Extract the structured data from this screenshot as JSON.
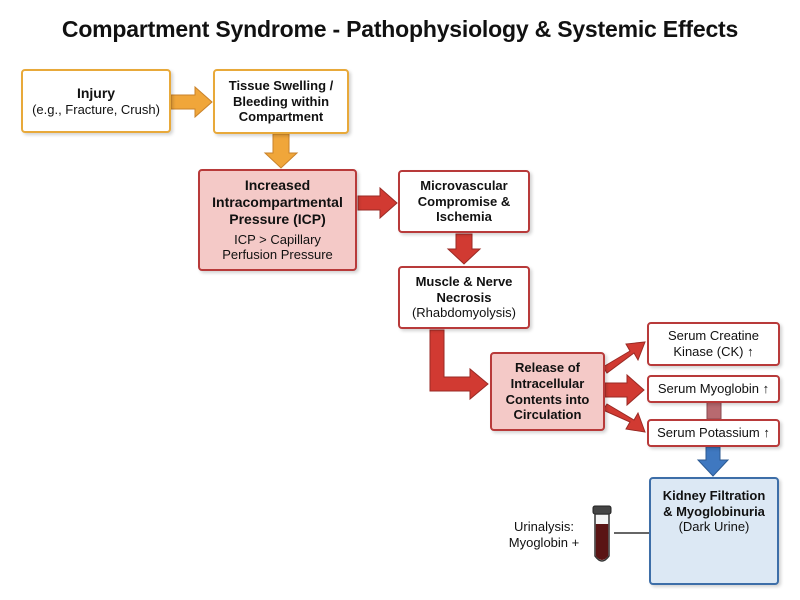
{
  "title": "Compartment Syndrome - Pathophysiology & Systemic Effects",
  "nodes": {
    "injury": {
      "title": "Injury",
      "sub": "(e.g., Fracture, Crush)"
    },
    "swelling": {
      "lines": [
        "Tissue Swelling /",
        "Bleeding within",
        "Compartment"
      ]
    },
    "icp": {
      "lines": [
        "Increased",
        "Intracompartmental",
        "Pressure (ICP)"
      ],
      "sub": [
        "ICP > Capillary",
        "Perfusion Pressure"
      ]
    },
    "micro": {
      "lines": [
        "Microvascular",
        "Compromise &",
        "Ischemia"
      ]
    },
    "necrosis": {
      "lines": [
        "Muscle & Nerve",
        "Necrosis"
      ],
      "sub": "(Rhabdomyolysis)"
    },
    "release": {
      "lines": [
        "Release of",
        "Intracellular",
        "Contents into",
        "Circulation"
      ]
    },
    "ck": {
      "lines": [
        "Serum Creatine",
        "Kinase (CK) ↑"
      ]
    },
    "myoglobin": {
      "label": "Serum Myoglobin ↑"
    },
    "potassium": {
      "label": "Serum Potassium ↑"
    },
    "kidney": {
      "lines": [
        "Kidney Filtration",
        "& Myoglobinuria"
      ],
      "sub": "(Dark Urine)"
    }
  },
  "urinalysis": {
    "lines": [
      "Urinalysis:",
      "Myoglobin +"
    ]
  },
  "colors": {
    "orange_border": "#e8a93a",
    "orange_arrow": "#f0a63a",
    "red_border": "#b83a3a",
    "red_fill": "#f4c9c7",
    "red_arrow": "#d13a32",
    "blue_border": "#3d6ea8",
    "blue_fill": "#dce8f4",
    "blue_arrow": "#3f78c0",
    "urine": "#5a1414"
  }
}
